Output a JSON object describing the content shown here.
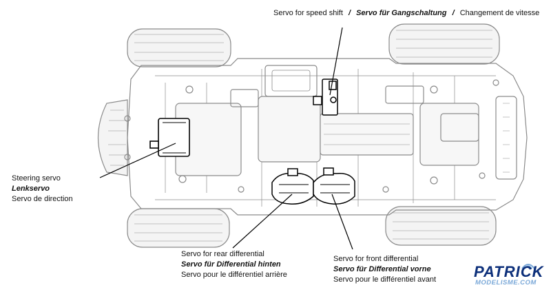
{
  "labels": {
    "speed_shift": {
      "en": "Servo for speed shift",
      "sep1": "/",
      "de": "Servo für Gangschaltung",
      "sep2": "/",
      "fr": "Changement de vitesse"
    },
    "steering": {
      "en": "Steering servo",
      "de": "Lenkservo",
      "fr": "Servo de direction"
    },
    "rear_diff": {
      "en": "Servo for rear differential",
      "de": "Servo für Differential hinten",
      "fr": "Servo pour le différentiel arrière"
    },
    "front_diff": {
      "en": "Servo for front differential",
      "de": "Servo für Differential vorne",
      "fr": "Servo pour le différentiel avant"
    }
  },
  "logo": {
    "brand": "PATRICK",
    "site": "MODELISME.COM"
  },
  "colors": {
    "chassis_line": "#8a8a8a",
    "highlight_line": "#000000",
    "logo_primary": "#0c2f7a",
    "logo_secondary": "#7aa8d8"
  }
}
